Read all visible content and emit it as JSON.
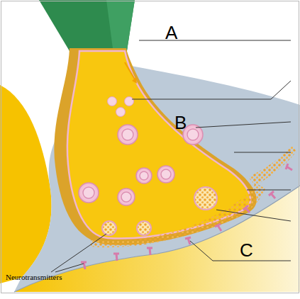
{
  "diagram": {
    "labels": [
      "A",
      "B",
      "C",
      "Neurotransmitters"
    ]
  }
}
